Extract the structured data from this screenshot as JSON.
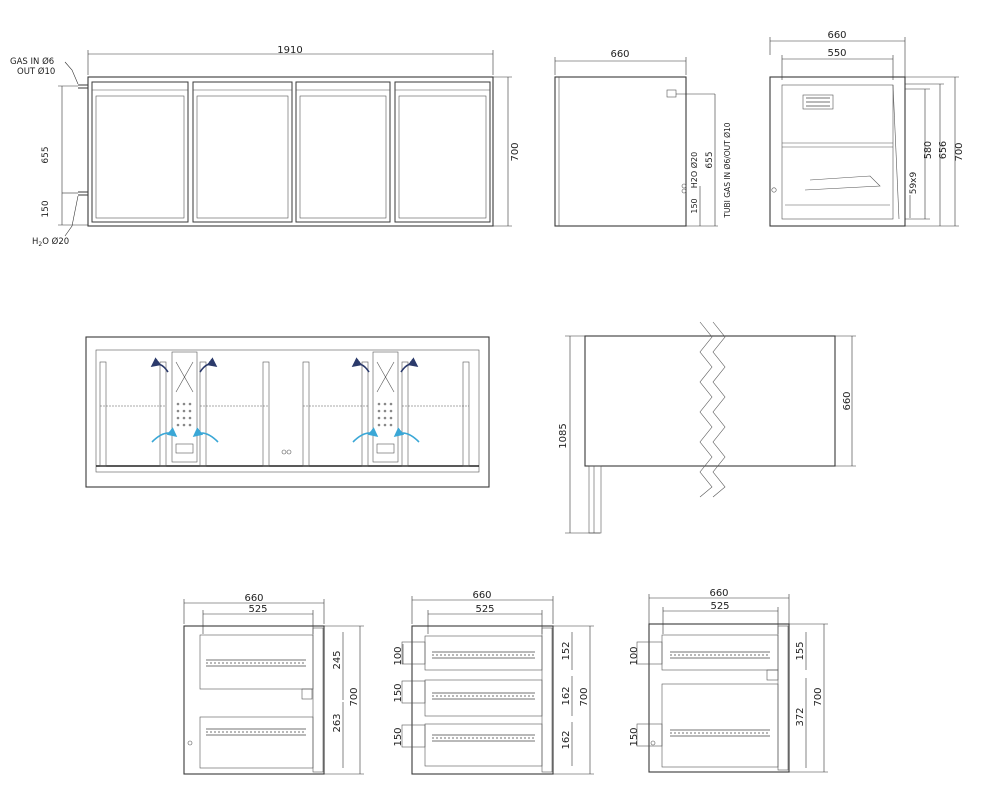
{
  "colors": {
    "line": "#3a3a3a",
    "accent_arrow_dark": "#2b3a6b",
    "accent_arrow_light": "#3aa7d6"
  },
  "front": {
    "width": "1910",
    "height": "700",
    "h655": "655",
    "h150": "150",
    "gas": "GAS IN Ø6",
    "out": "OUT Ø10",
    "h2o_prefix": "H",
    "h2o_sub": "2",
    "h2o_suffix": "O Ø20"
  },
  "side": {
    "depth": "660",
    "h655": "655",
    "h150": "150",
    "h2o": "H2O Ø20",
    "tubi": "TUBI GAS IN Ø6/OUT Ø10"
  },
  "section": {
    "d660": "660",
    "d550": "550",
    "h700": "700",
    "h656": "656",
    "h580": "580",
    "slot": "59x9"
  },
  "plan_side": {
    "h1085": "1085",
    "d660": "660"
  },
  "drawers": [
    {
      "w660": "660",
      "w525": "525",
      "h700": "700",
      "a": "245",
      "b": "263"
    },
    {
      "w660": "660",
      "w525": "525",
      "h700": "700",
      "a": "152",
      "b": "162",
      "c": "162",
      "l1": "100",
      "l2": "150",
      "l3": "150"
    },
    {
      "w660": "660",
      "w525": "525",
      "h700": "700",
      "a": "155",
      "b": "372",
      "l1": "100",
      "l2": "150"
    }
  ]
}
